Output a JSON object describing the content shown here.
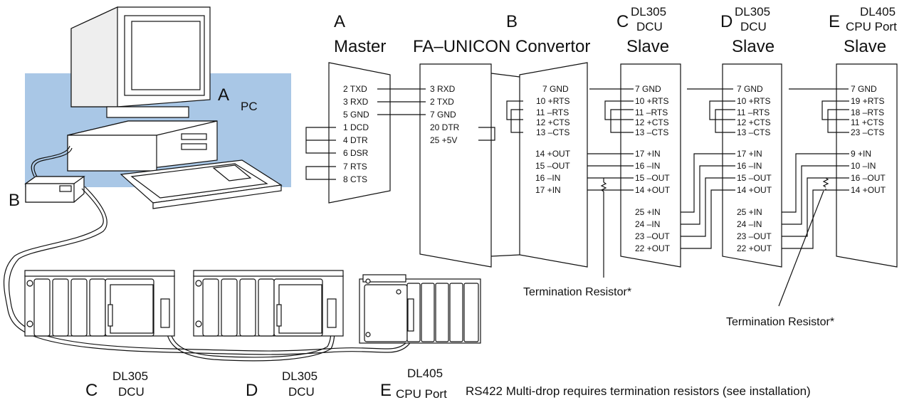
{
  "headers": {
    "A": {
      "letter": "A",
      "title": "Master"
    },
    "B": {
      "letter": "B",
      "title": "FA–UNICON Convertor"
    },
    "C": {
      "letter": "C",
      "model": "DL305",
      "unit": "DCU",
      "title": "Slave"
    },
    "D": {
      "letter": "D",
      "model": "DL305",
      "unit": "DCU",
      "title": "Slave"
    },
    "E": {
      "letter": "E",
      "model": "DL405",
      "unit": "CPU Port",
      "title": "Slave"
    }
  },
  "pc_labels": {
    "a_letter": "A",
    "pc": "PC",
    "b_letter": "B"
  },
  "connector_master": {
    "pins": [
      "2 TXD",
      "3 RXD",
      "5 GND",
      "1 DCD",
      "4 DTR",
      "6 DSR",
      "7 RTS",
      "8 CTS"
    ]
  },
  "connector_convertor_left": {
    "pins": [
      "3 RXD",
      "2 TXD",
      "7 GND",
      "20 DTR",
      "25 +5V"
    ]
  },
  "connector_convertor_right": {
    "pins": [
      "7 GND",
      "10 +RTS",
      "11 –RTS",
      "12 +CTS",
      "13 –CTS",
      "14 +OUT",
      "15 –OUT",
      "16 –IN",
      "17 +IN"
    ]
  },
  "connector_c": {
    "pins": [
      "7 GND",
      "10 +RTS",
      "11 –RTS",
      "12 +CTS",
      "13 –CTS",
      "17 +IN",
      "16 –IN",
      "15 –OUT",
      "14 +OUT",
      "25 +IN",
      "24 –IN",
      "23 –OUT",
      "22 +OUT"
    ]
  },
  "connector_d": {
    "pins": [
      "7 GND",
      "10 +RTS",
      "11 –RTS",
      "12 +CTS",
      "13 –CTS",
      "17 +IN",
      "16 –IN",
      "15 –OUT",
      "14 +OUT",
      "25 +IN",
      "24 –IN",
      "23 –OUT",
      "22 +OUT"
    ]
  },
  "connector_e": {
    "pins": [
      "7 GND",
      "19 +RTS",
      "18 –RTS",
      "11 +CTS",
      "23 –CTS",
      "9 +IN",
      "10 –IN",
      "16 –OUT",
      "14 +OUT"
    ]
  },
  "termination_labels": [
    "Termination Resistor*",
    "Termination Resistor*"
  ],
  "bottom_labels": {
    "C": {
      "letter": "C",
      "model": "DL305",
      "unit": "DCU"
    },
    "D": {
      "letter": "D",
      "model": "DL305",
      "unit": "DCU"
    },
    "E": {
      "letter": "E",
      "model": "DL405",
      "unit": "CPU Port"
    }
  },
  "note": "RS422 Multi-drop requires termination resistors (see installation)",
  "colors": {
    "pc_backdrop": "#a9c7e6",
    "line": "#111111"
  }
}
